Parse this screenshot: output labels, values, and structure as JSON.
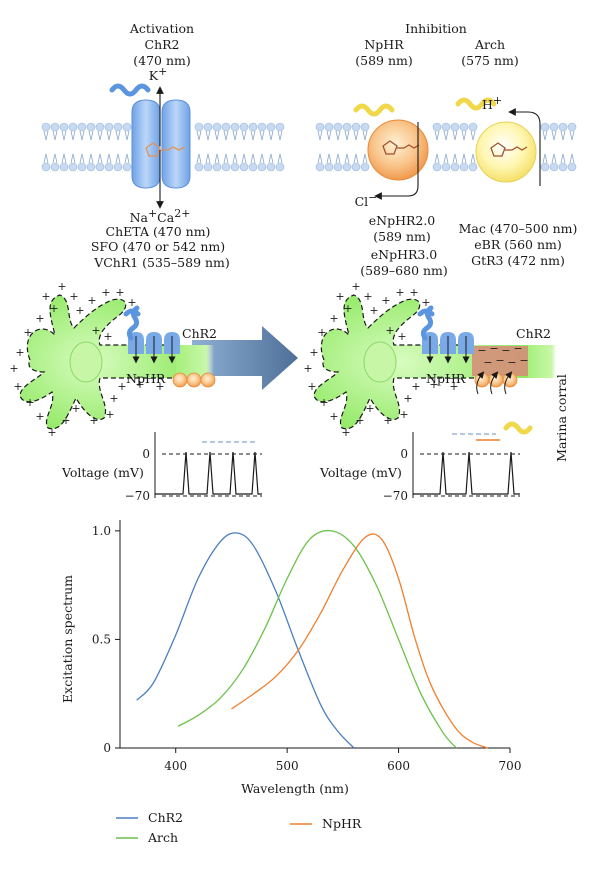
{
  "panel_a": {
    "activation_title": "Activation",
    "chr2_name": "ChR2",
    "chr2_wl": "(470 nm)",
    "k_ion": "K",
    "k_sup": "+",
    "na_ion": "Na",
    "na_sup": "+",
    "ca_ion": "Ca",
    "ca_sup": "2+",
    "variants": [
      "ChETA (470 nm)",
      "SFO (470 or 542 nm)",
      "VChR1 (535–589 nm)"
    ],
    "inhibition_title": "Inhibition",
    "nphr_name": "NpHR",
    "nphr_wl": "(589 nm)",
    "arch_name": "Arch",
    "arch_wl": "(575 nm)",
    "h_ion": "H",
    "h_sup": "+",
    "cl_ion": "Cl",
    "cl_sup": "−",
    "nphr_variants": [
      "eNpHR2.0",
      "(589 nm)",
      "eNpHR3.0",
      "(589–680 nm)"
    ],
    "arch_variants": [
      "Mac (470–500 nm)",
      "eBR (560 nm)",
      "GtR3 (472 nm)"
    ]
  },
  "panel_b": {
    "left": {
      "chr2_label": "ChR2",
      "nphr_label": "NpHR",
      "voltage_label": "Voltage (mV)",
      "tick_top": "0",
      "tick_bottom": "−70"
    },
    "right": {
      "chr2_label": "ChR2",
      "nphr_label": "NpHR",
      "voltage_label": "Voltage (mV)",
      "tick_top": "0",
      "tick_bottom": "−70"
    },
    "credit": "Marina corral"
  },
  "colors": {
    "chr2": "#4a7fc1",
    "arch": "#6cc24a",
    "nphr": "#f07f2e",
    "membrane_head": "#c7daf2",
    "neuron": "#a6f07c",
    "arrow": "#5d80a8"
  },
  "chart_data": {
    "type": "line",
    "xlabel": "Wavelength (nm)",
    "ylabel": "Excitation spectrum",
    "xlim": [
      350,
      700
    ],
    "ylim": [
      0,
      1.05
    ],
    "x_ticks": [
      "400",
      "500",
      "600",
      "700"
    ],
    "y_ticks": [
      "0",
      "0.5",
      "1.0"
    ],
    "legend_position": "bottom",
    "series": [
      {
        "name": "ChR2",
        "color": "#4a7fc1",
        "x": [
          365,
          380,
          400,
          420,
          440,
          455,
          470,
          490,
          510,
          530,
          545,
          560
        ],
        "y": [
          0.22,
          0.3,
          0.52,
          0.78,
          0.95,
          0.99,
          0.93,
          0.72,
          0.45,
          0.2,
          0.08,
          0.0
        ]
      },
      {
        "name": "Arch",
        "color": "#6cc24a",
        "x": [
          402,
          420,
          440,
          460,
          480,
          500,
          520,
          540,
          560,
          580,
          600,
          620,
          640,
          652
        ],
        "y": [
          0.1,
          0.15,
          0.23,
          0.36,
          0.55,
          0.78,
          0.96,
          1.0,
          0.93,
          0.75,
          0.5,
          0.25,
          0.07,
          0.0
        ]
      },
      {
        "name": "NpHR",
        "color": "#f07f2e",
        "x": [
          450,
          470,
          490,
          510,
          530,
          550,
          570,
          585,
          600,
          615,
          630,
          650,
          665,
          680
        ],
        "y": [
          0.18,
          0.25,
          0.33,
          0.45,
          0.62,
          0.82,
          0.97,
          0.96,
          0.78,
          0.5,
          0.28,
          0.1,
          0.03,
          0.0
        ]
      }
    ]
  }
}
